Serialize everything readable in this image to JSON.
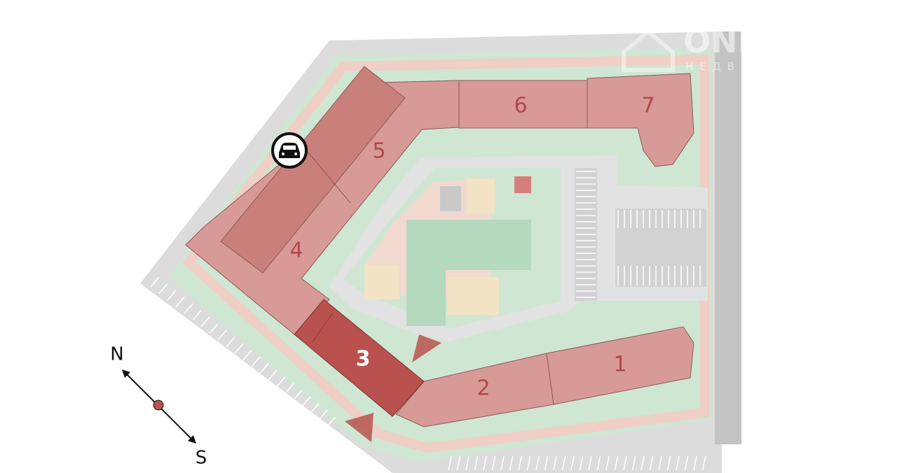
{
  "watermark": {
    "brand": "ONREALT",
    "subtitle": "НЕДВИЖИМОСТЬ"
  },
  "compass": {
    "north": "N",
    "south": "S"
  },
  "buildings": [
    {
      "id": "1",
      "label": "1",
      "selected": false
    },
    {
      "id": "2",
      "label": "2",
      "selected": false
    },
    {
      "id": "3",
      "label": "3",
      "selected": true
    },
    {
      "id": "4",
      "label": "4",
      "selected": false
    },
    {
      "id": "5",
      "label": "5",
      "selected": false
    },
    {
      "id": "6",
      "label": "6",
      "selected": false
    },
    {
      "id": "7",
      "label": "7",
      "selected": false
    }
  ],
  "icons": {
    "parking": "car-icon"
  },
  "colors": {
    "building": "#d89a96",
    "parking_building": "#c9807a",
    "selected": "#b9524e",
    "label": "#b0484a",
    "road": "#d9d9d9",
    "green": "#c7e3cd",
    "path": "#efcfc6"
  }
}
